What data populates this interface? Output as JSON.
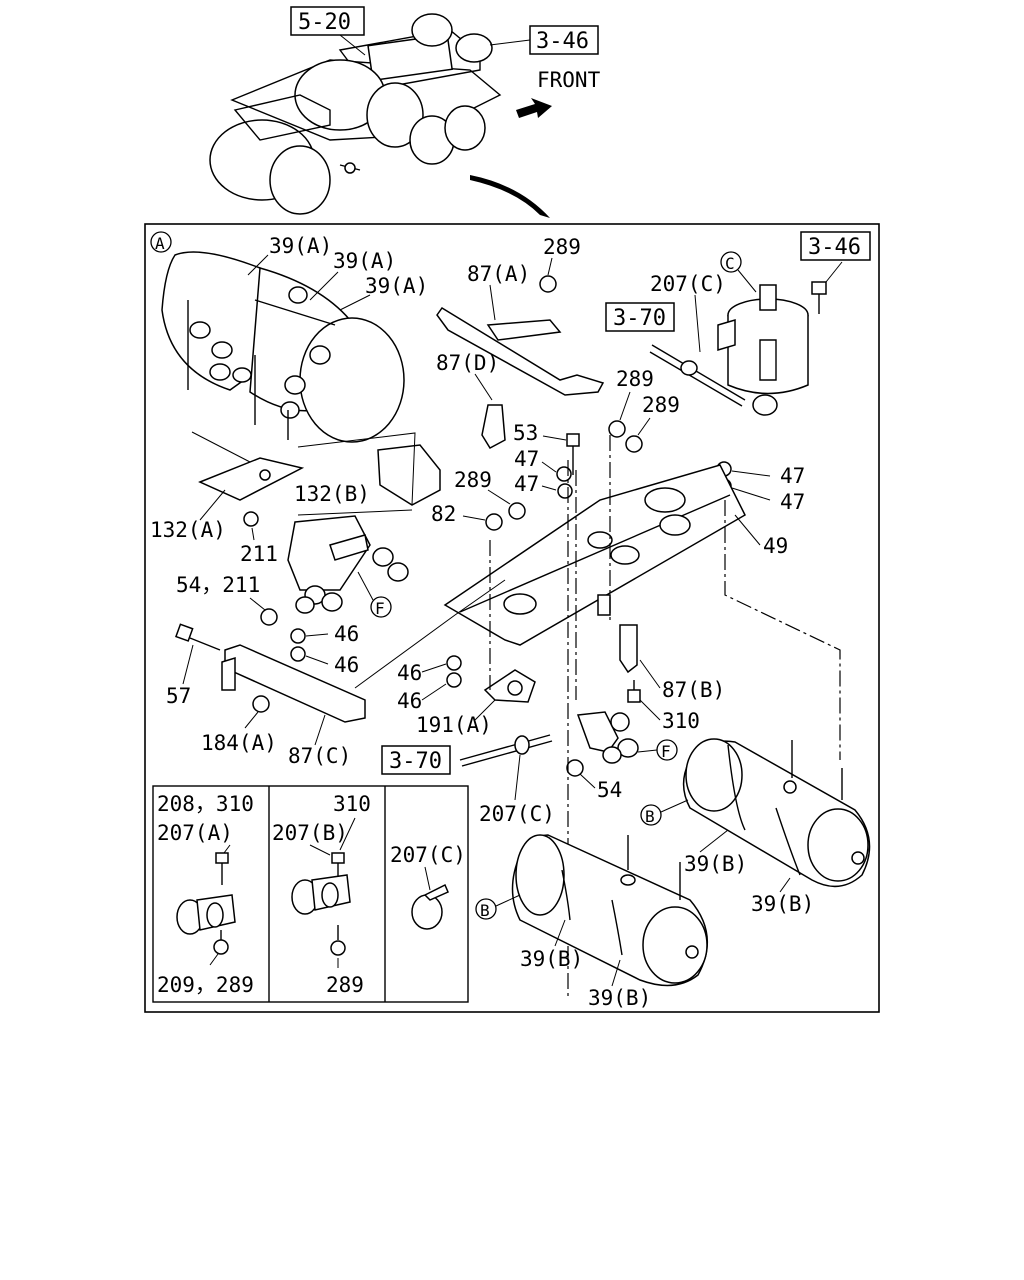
{
  "references": {
    "top_section": "5-20",
    "top_right": "3-46",
    "front_label": "FRONT",
    "panel_corner": "3-46",
    "pipe_upper": "3-70",
    "pipe_lower": "3-70"
  },
  "view_markers": {
    "main": "A",
    "dryer": "C",
    "tank_lower_left": "B",
    "tank_lower_right": "B",
    "valve_upper": "F",
    "valve_lower": "F"
  },
  "callouts": {
    "c39a_1": "39(A)",
    "c39a_2": "39(A)",
    "c39a_3": "39(A)",
    "c289_top": "289",
    "c87a": "87(A)",
    "c207c_top": "207(C)",
    "c87d": "87(D)",
    "c289_r1": "289",
    "c289_r2": "289",
    "c53": "53",
    "c47_l1": "47",
    "c47_l2": "47",
    "c47_r1": "47",
    "c47_r2": "47",
    "c289_mid": "289",
    "c82": "82",
    "c132b": "132(B)",
    "c132a": "132(A)",
    "c211": "211",
    "c49": "49",
    "c54_211": "54，211",
    "c46_1": "46",
    "c46_2": "46",
    "c46_3": "46",
    "c46_4": "46",
    "c57": "57",
    "c87b": "87(B)",
    "c310": "310",
    "c191a": "191(A)",
    "c184a": "184(A)",
    "c87c": "87(C)",
    "c54": "54",
    "c207c_mid": "207(C)",
    "c39b_1": "39(B)",
    "c39b_2": "39(B)",
    "c39b_3": "39(B)",
    "c39b_4": "39(B)"
  },
  "inset": {
    "box1_top": "208，310",
    "box1_part": "207(A)",
    "box1_bottom": "209，289",
    "box2_top": "310",
    "box2_part": "207(B)",
    "box2_bottom": "289",
    "box3_part": "207(C)"
  }
}
